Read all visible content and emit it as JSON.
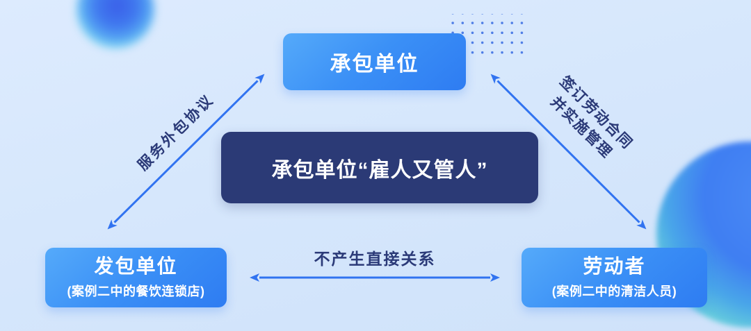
{
  "diagram": {
    "nodes": {
      "contractor": {
        "label": "承包单位"
      },
      "center_callout": {
        "label": "承包单位“雇人又管人”"
      },
      "issuer": {
        "title": "发包单位",
        "subtitle": "(案例二中的餐饮连锁店)"
      },
      "worker": {
        "title": "劳动者",
        "subtitle": "(案例二中的清洁人员)"
      }
    },
    "edges": {
      "issuer_to_contractor": {
        "label": "服务外包协议"
      },
      "contractor_to_worker": {
        "lines": [
          "签订劳动合同",
          "并实施管理"
        ]
      },
      "issuer_to_worker": {
        "label": "不产生直接关系"
      }
    },
    "colors": {
      "background": "#d6e7fc",
      "node_gradient_start": "#55aafa",
      "node_gradient_end": "#2e7cf2",
      "center_box": "#2b3a76",
      "arrow": "#3173f0",
      "label_text": "#2b3a78",
      "dots": "#4d7ce6"
    }
  }
}
